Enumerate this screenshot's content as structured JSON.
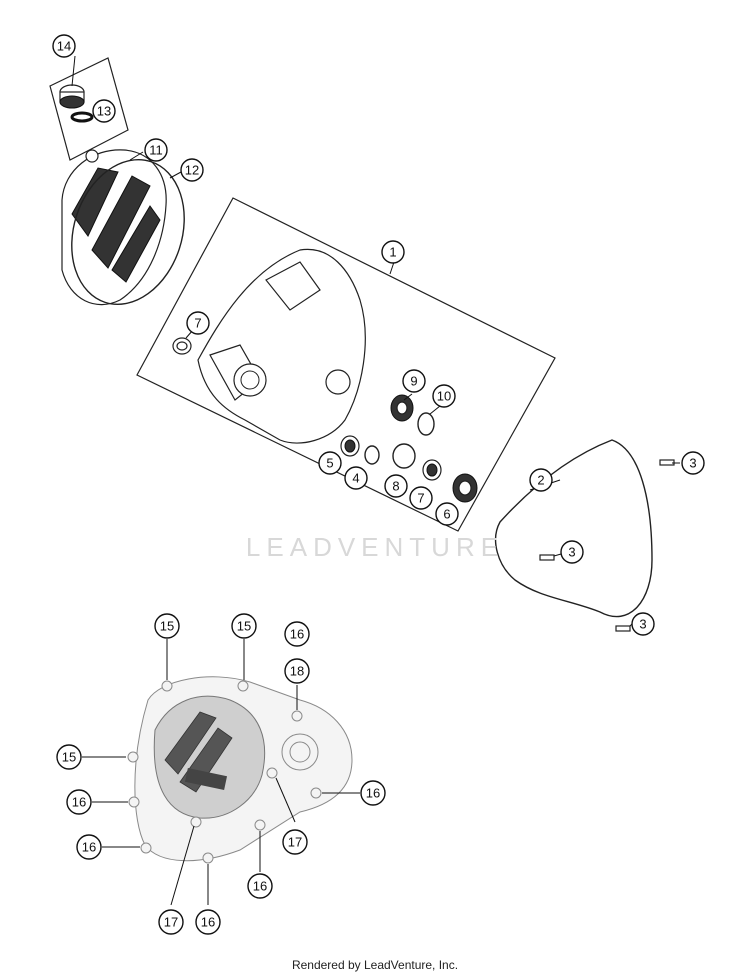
{
  "watermark": "LEADVENTURE",
  "footer": "Rendered by LeadVenture, Inc.",
  "callouts": {
    "c14": "14",
    "c13": "13",
    "c11": "11",
    "c12": "12",
    "c1": "1",
    "c7a": "7",
    "c9": "9",
    "c10": "10",
    "c5": "5",
    "c4": "4",
    "c8": "8",
    "c7b": "7",
    "c6": "6",
    "c2": "2",
    "c3a": "3",
    "c3b": "3",
    "c3c": "3",
    "c15a": "15",
    "c15b": "15",
    "c15c": "15",
    "c16a": "16",
    "c18": "18",
    "c16b": "16",
    "c16c": "16",
    "c16d": "16",
    "c16e": "16",
    "c16f": "16",
    "c17a": "17",
    "c17b": "17"
  }
}
